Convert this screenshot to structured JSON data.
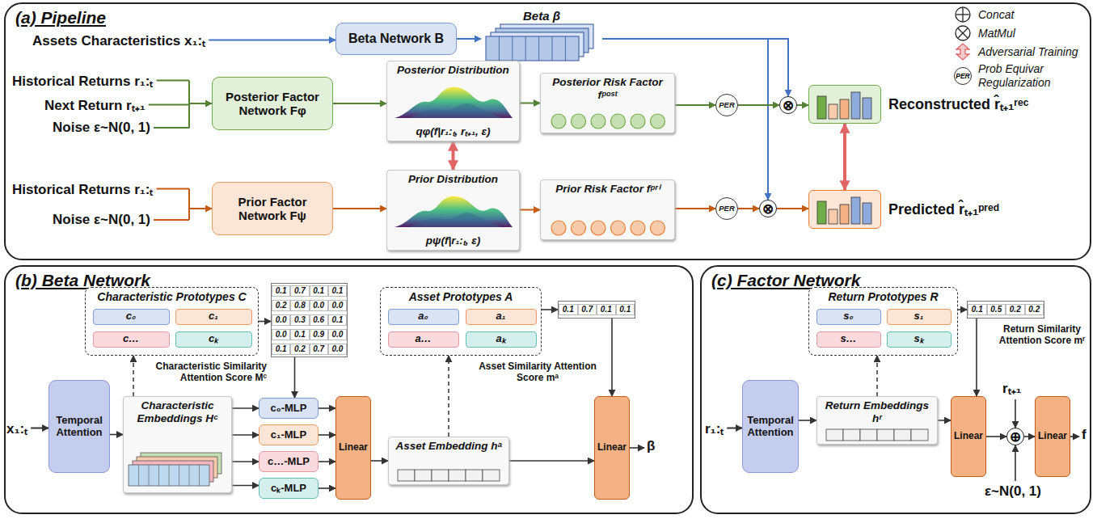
{
  "diagram": {
    "nodes": [
      {
        "text": [
          "(a) Pipeline"
        ]
      },
      {
        "text": [
          "Beta Network B"
        ],
        "in": 0
      },
      {
        "text": [
          "Beta β"
        ],
        "in": 0
      },
      {
        "text": [
          "Posterior Factor Network Fφ"
        ],
        "in": 0
      },
      {
        "text": [
          "Prior Factor Network Fψ"
        ],
        "in": 0
      },
      {
        "text": [
          "Posterior Distribution",
          "qφ(f|r₁:ₜ, rₜ₊₁, ε)"
        ],
        "in": 0
      },
      {
        "text": [
          "Prior Distribution",
          "pψ(f|r₁:ₜ, ε)"
        ],
        "in": 0
      },
      {
        "text": [
          "Posterior Risk Factor fᵖᵒˢᵗ"
        ],
        "in": 0
      },
      {
        "text": [
          "Prior Risk Factor fᵖʳⁱ"
        ],
        "in": 0
      },
      {
        "text": [
          "PER"
        ],
        "in": 0
      },
      {
        "text": [
          "PER"
        ],
        "in": 0
      },
      {
        "text": [
          "⊗"
        ],
        "in": 0
      },
      {
        "text": [
          "⊗"
        ],
        "in": 0
      },
      {
        "text": [
          "Reconstructed r̂ₜ₊₁ʳᵉᶜ"
        ],
        "in": 0
      },
      {
        "text": [
          "Predicted r̂ₜ₊₁ᵖʳᵉᵈ"
        ],
        "in": 0
      },
      {
        "text": [
          "(b) Beta Network"
        ]
      },
      {
        "text": [
          "Temporal Attention"
        ],
        "in": 15
      },
      {
        "text": [
          "Characteristic Prototypes C"
        ],
        "in": 15
      },
      {
        "text": [
          "c₀"
        ],
        "in": 17
      },
      {
        "text": [
          "c₁"
        ],
        "in": 17
      },
      {
        "text": [
          "c…"
        ],
        "in": 17
      },
      {
        "text": [
          "cₖ"
        ],
        "in": 17
      },
      {
        "text": [
          "0.1",
          "0.7",
          "0.1",
          "0.1",
          "0.2",
          "0.8",
          "0.0",
          "0.0",
          "0.0",
          "0.3",
          "0.6",
          "0.1",
          "0.0",
          "0.1",
          "0.9",
          "0.0",
          "0.1",
          "0.2",
          "0.7",
          "0.0"
        ],
        "in": 15
      },
      {
        "text": [
          "Characteristic Embeddings Hᶜ"
        ],
        "in": 15
      },
      {
        "text": [
          "c₀-MLP"
        ],
        "in": 15
      },
      {
        "text": [
          "c₁-MLP"
        ],
        "in": 15
      },
      {
        "text": [
          "c…-MLP"
        ],
        "in": 15
      },
      {
        "text": [
          "cₖ-MLP"
        ],
        "in": 15
      },
      {
        "text": [
          "Linear"
        ],
        "in": 15
      },
      {
        "text": [
          "Asset Prototypes A"
        ],
        "in": 15
      },
      {
        "text": [
          "a₀"
        ],
        "in": 29
      },
      {
        "text": [
          "a₁"
        ],
        "in": 29
      },
      {
        "text": [
          "a…"
        ],
        "in": 29
      },
      {
        "text": [
          "aₖ"
        ],
        "in": 29
      },
      {
        "text": [
          "0.1",
          "0.7",
          "0.1",
          "0.1"
        ],
        "in": 15
      },
      {
        "text": [
          "Asset Embedding hᵃ"
        ],
        "in": 15
      },
      {
        "text": [
          "Linear"
        ],
        "in": 15
      },
      {
        "text": [
          "(c) Factor Network"
        ]
      },
      {
        "text": [
          "Temporal Attention"
        ],
        "in": 37
      },
      {
        "text": [
          "Return Prototypes R"
        ],
        "in": 37
      },
      {
        "text": [
          "s₀"
        ],
        "in": 39
      },
      {
        "text": [
          "s₁"
        ],
        "in": 39
      },
      {
        "text": [
          "s…"
        ],
        "in": 39
      },
      {
        "text": [
          "sₖ"
        ],
        "in": 39
      },
      {
        "text": [
          "0.1",
          "0.5",
          "0.2",
          "0.2"
        ],
        "in": 37
      },
      {
        "text": [
          "Return Embeddings hʳ"
        ],
        "in": 37
      },
      {
        "text": [
          "Linear"
        ],
        "in": 37
      },
      {
        "text": [
          "⊕"
        ],
        "in": 37
      },
      {
        "text": [
          "Linear"
        ],
        "in": 37
      }
    ],
    "edges": [
      {
        "from": 1,
        "to": 2,
        "arrow": "to"
      },
      {
        "from": 2,
        "to": 11,
        "arrow": "to"
      },
      {
        "from": 2,
        "to": 12,
        "arrow": "to"
      },
      {
        "from": 3,
        "to": 5,
        "arrow": "to"
      },
      {
        "from": 4,
        "to": 6,
        "arrow": "to"
      },
      {
        "from": 5,
        "to": 7,
        "arrow": "to"
      },
      {
        "from": 6,
        "to": 8,
        "arrow": "to"
      },
      {
        "from": 7,
        "to": 9,
        "arrow": "to"
      },
      {
        "from": 8,
        "to": 10,
        "arrow": "to"
      },
      {
        "from": 9,
        "to": 11,
        "arrow": "to"
      },
      {
        "from": 10,
        "to": 12,
        "arrow": "to"
      },
      {
        "from": 11,
        "to": 13,
        "arrow": "to"
      },
      {
        "from": 12,
        "to": 14,
        "arrow": "to"
      },
      {
        "from": 5,
        "to": 6,
        "arrow": "both"
      },
      {
        "from": 13,
        "to": 14,
        "arrow": "both"
      },
      {
        "from": 16,
        "to": 23,
        "arrow": "to"
      },
      {
        "from": 23,
        "to": 17,
        "arrow": "to"
      },
      {
        "from": 17,
        "to": 22,
        "arrow": "to"
      },
      {
        "from": 22,
        "to": 24,
        "arrow": "to"
      },
      {
        "from": 23,
        "to": 24,
        "arrow": "to"
      },
      {
        "from": 23,
        "to": 25,
        "arrow": "to"
      },
      {
        "from": 23,
        "to": 26,
        "arrow": "to"
      },
      {
        "from": 23,
        "to": 27,
        "arrow": "to"
      },
      {
        "from": 24,
        "to": 28,
        "arrow": "to"
      },
      {
        "from": 25,
        "to": 28,
        "arrow": "to"
      },
      {
        "from": 26,
        "to": 28,
        "arrow": "to"
      },
      {
        "from": 27,
        "to": 28,
        "arrow": "to"
      },
      {
        "from": 28,
        "to": 35,
        "arrow": "to"
      },
      {
        "from": 35,
        "to": 29,
        "arrow": "to"
      },
      {
        "from": 29,
        "to": 34,
        "arrow": "to"
      },
      {
        "from": 34,
        "to": 36,
        "arrow": "to"
      },
      {
        "from": 35,
        "to": 36,
        "arrow": "to"
      },
      {
        "from": 38,
        "to": 45,
        "arrow": "to"
      },
      {
        "from": 45,
        "to": 39,
        "arrow": "to"
      },
      {
        "from": 39,
        "to": 44,
        "arrow": "to"
      },
      {
        "from": 44,
        "to": 46,
        "arrow": "to"
      },
      {
        "from": 45,
        "to": 46,
        "arrow": "to"
      },
      {
        "from": 46,
        "to": 47,
        "arrow": "to"
      },
      {
        "from": 47,
        "to": 48,
        "arrow": "to"
      }
    ],
    "labels": [
      "Assets Characteristics x₁:ₜ",
      "Historical Returns r₁:ₜ",
      "Next Return rₜ₊₁",
      "Noise ε~N(0, 1)",
      "Historical Returns r₁:ₜ",
      "Noise ε~N(0, 1)",
      "PER",
      "x₁:ₜ",
      "Characteristic Similarity Attention Score Mᶜ",
      "Asset Similarity Attention Score mᵃ",
      "β",
      "r₁:ₜ",
      "Return Similarity Attention Score mʳ",
      "rₜ₊₁",
      "ε~N(0, 1)",
      "f"
    ],
    "legend": [
      {
        "text": "Concat"
      },
      {
        "text": "MatMul"
      },
      {
        "text": "Adversarial Training"
      },
      {
        "text": "Prob Equivar Regularization"
      }
    ]
  }
}
